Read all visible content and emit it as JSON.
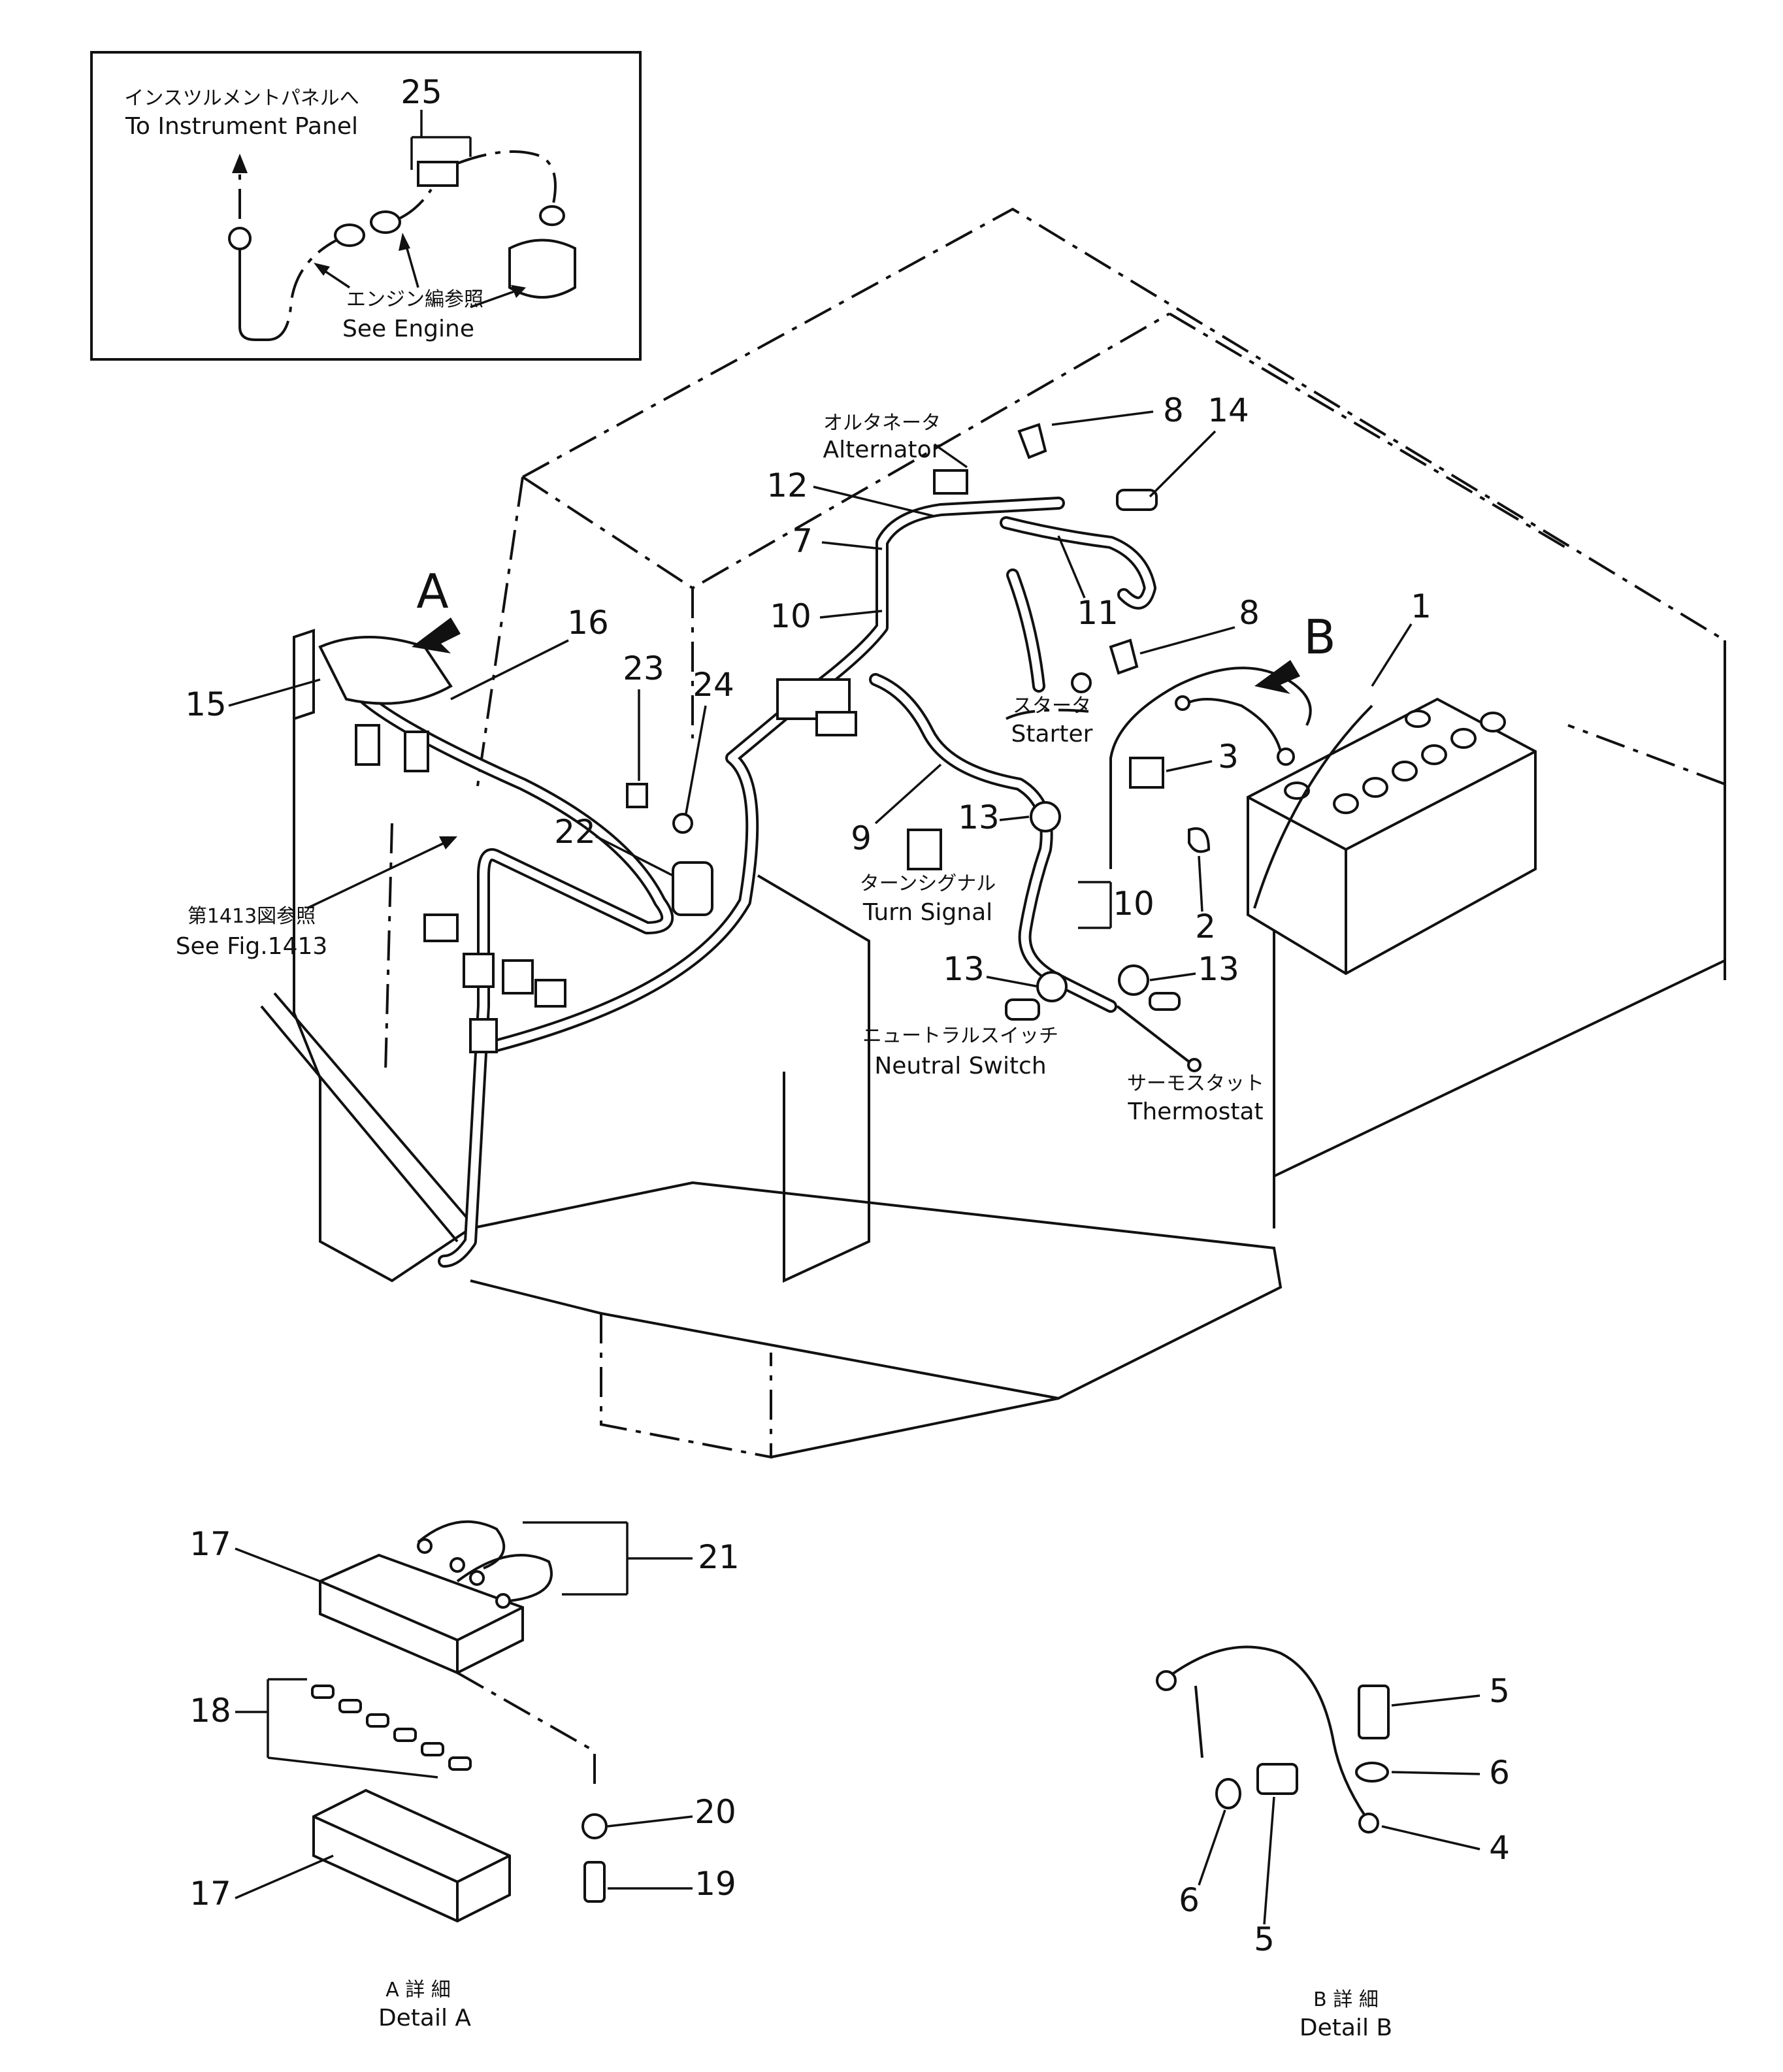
{
  "inset": {
    "to_panel_jp": "インスツルメントパネルへ",
    "to_panel_en": "To Instrument Panel",
    "see_engine_jp": "エンジン編参照",
    "see_engine_en": "See Engine"
  },
  "labels": {
    "alternator_jp": "オルタネータ",
    "alternator_en": "Alternator",
    "starter_jp": "スタータ",
    "starter_en": "Starter",
    "turn_signal_jp": "ターンシグナル",
    "turn_signal_en": "Turn Signal",
    "neutral_switch_jp": "ニュートラルスイッチ",
    "neutral_switch_en": "Neutral Switch",
    "thermostat_jp": "サーモスタット",
    "thermostat_en": "Thermostat",
    "see_fig_jp": "第1413図参照",
    "see_fig_en": "See Fig.1413",
    "view_a": "A",
    "view_b": "B"
  },
  "details": {
    "a_jp": "A 詳 細",
    "a_en": "Detail A",
    "b_jp": "B 詳 細",
    "b_en": "Detail B"
  },
  "callouts": {
    "c25": "25",
    "c8a": "8",
    "c14": "14",
    "c12": "12",
    "c7": "7",
    "c10a": "10",
    "c11": "11",
    "c8b": "8",
    "c1": "1",
    "c16": "16",
    "c23": "23",
    "c24": "24",
    "c15": "15",
    "c3": "3",
    "c9": "9",
    "c13a": "13",
    "c22": "22",
    "c10b": "10",
    "c2": "2",
    "c13b": "13",
    "c13c": "13",
    "c17a": "17",
    "c21": "21",
    "c18": "18",
    "c20": "20",
    "c17b": "17",
    "c19": "19",
    "c5a": "5",
    "c6a": "6",
    "c4": "4",
    "c6b": "6",
    "c5b": "5"
  }
}
